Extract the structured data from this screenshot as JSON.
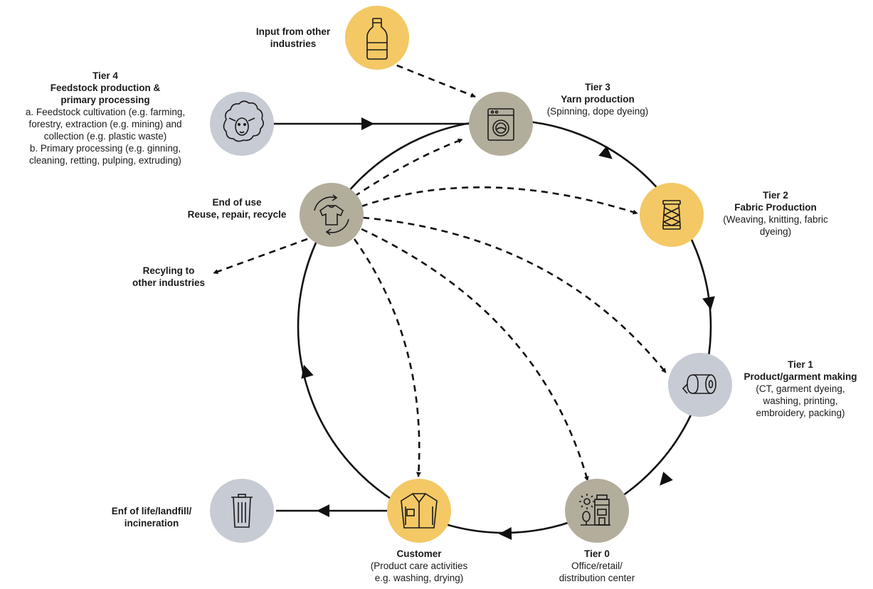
{
  "colors": {
    "yellow": "#F3C865",
    "taupe": "#B3AD9C",
    "gray": "#C7CBD3",
    "line": "#111111"
  },
  "nodes": {
    "input_other": {
      "icon": "bottle-icon",
      "color": "yellow"
    },
    "tier4": {
      "icon": "sheep-icon",
      "color": "gray"
    },
    "tier3": {
      "icon": "washing-machine-icon",
      "color": "taupe"
    },
    "tier2": {
      "icon": "yarn-spool-icon",
      "color": "yellow"
    },
    "tier1": {
      "icon": "fabric-roll-icon",
      "color": "gray"
    },
    "tier0": {
      "icon": "storefront-icon",
      "color": "taupe"
    },
    "customer": {
      "icon": "shirt-icon",
      "color": "yellow"
    },
    "end_of_use": {
      "icon": "recycle-shirt-icon",
      "color": "taupe"
    },
    "landfill": {
      "icon": "trash-icon",
      "color": "gray"
    }
  },
  "labels": {
    "input_other": {
      "title": "Input from other industries"
    },
    "tier4": {
      "title1": "Tier 4",
      "title2": "Feedstock production &",
      "title3": "primary  processing",
      "d1": "a. Feedstock cultivation (e.g. farming,",
      "d2": "forestry, extraction (e.g. mining) and",
      "d3": "collection (e.g. plastic waste)",
      "d4": "b. Primary processing (e.g. ginning,",
      "d5": "cleaning, retting, pulping, extruding)"
    },
    "tier3": {
      "title1": "Tier 3",
      "title2": "Yarn production",
      "desc": "(Spinning, dope dyeing)"
    },
    "tier2": {
      "title1": "Tier 2",
      "title2": "Fabric Production",
      "d1": "(Weaving, knitting, fabric",
      "d2": "dyeing)"
    },
    "tier1": {
      "title1": "Tier 1",
      "title2": "Product/garment making",
      "d1": "(CT, garment dyeing,",
      "d2": "washing, printing,",
      "d3": "embroidery, packing)"
    },
    "tier0": {
      "title": "Tier 0",
      "d1": "Office/retail/",
      "d2": "distribution center"
    },
    "customer": {
      "title": "Customer",
      "d1": "(Product care activities",
      "d2": "e.g. washing, drying)"
    },
    "end_of_use": {
      "title1": "End of use",
      "title2": "Reuse, repair, recycle"
    },
    "recycling": {
      "t1": "Recyling to",
      "t2": "other industries"
    },
    "landfill": {
      "t1": "Enf of life/landfill/",
      "t2": "incineration"
    }
  }
}
